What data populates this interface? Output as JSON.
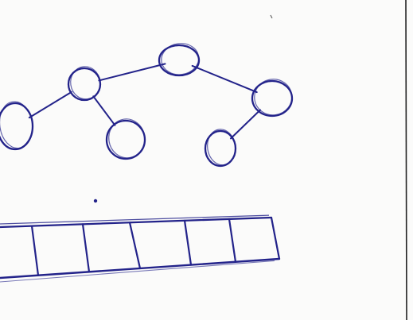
{
  "diagram": {
    "ink_color": "#23238a",
    "paper_color": "#fbfbfa",
    "tree": {
      "nodes": [
        {
          "id": "root"
        },
        {
          "id": "left-child"
        },
        {
          "id": "right-child"
        },
        {
          "id": "left-left-leaf"
        },
        {
          "id": "left-right-leaf"
        },
        {
          "id": "right-left-leaf"
        }
      ],
      "edges": [
        [
          "root",
          "left-child"
        ],
        [
          "root",
          "right-child"
        ],
        [
          "left-child",
          "left-left-leaf"
        ],
        [
          "left-child",
          "left-right-leaf"
        ],
        [
          "right-child",
          "right-left-leaf"
        ]
      ]
    },
    "array": {
      "cells": 6
    }
  }
}
